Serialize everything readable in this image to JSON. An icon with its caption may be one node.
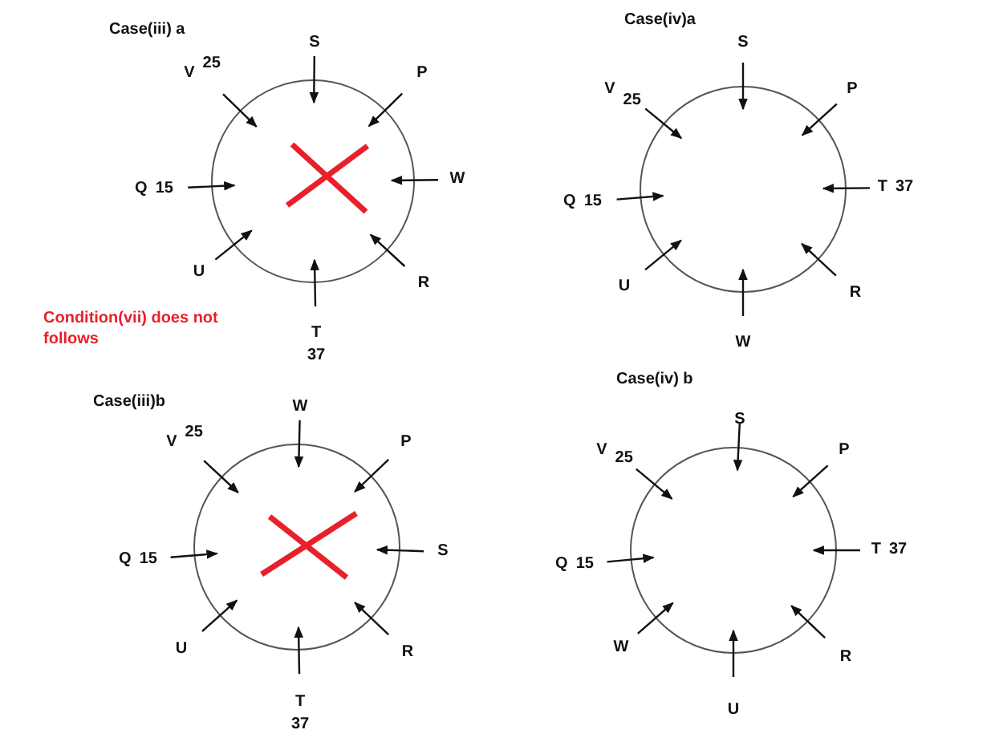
{
  "diagram": {
    "nodes": [
      {
        "text": [],
        "shape": "circle"
      },
      {
        "text": [
          "S"
        ]
      },
      {
        "text": [
          "V",
          "25"
        ]
      },
      {
        "text": [
          "P"
        ]
      },
      {
        "text": [
          "W"
        ]
      },
      {
        "text": [
          "Q",
          "15"
        ]
      },
      {
        "text": [
          "U"
        ]
      },
      {
        "text": [
          "R"
        ]
      },
      {
        "text": [
          "T",
          "37"
        ]
      },
      {
        "text": [],
        "shape": "circle"
      },
      {
        "text": [
          "S"
        ]
      },
      {
        "text": [
          "V",
          "25"
        ]
      },
      {
        "text": [
          "P"
        ]
      },
      {
        "text": [
          "T",
          "37"
        ]
      },
      {
        "text": [
          "Q",
          "15"
        ]
      },
      {
        "text": [
          "U"
        ]
      },
      {
        "text": [
          "R"
        ]
      },
      {
        "text": [
          "W"
        ]
      },
      {
        "text": [],
        "shape": "circle"
      },
      {
        "text": [
          "W"
        ]
      },
      {
        "text": [
          "V",
          "25"
        ]
      },
      {
        "text": [
          "P"
        ]
      },
      {
        "text": [
          "S"
        ]
      },
      {
        "text": [
          "Q",
          "15"
        ]
      },
      {
        "text": [
          "U"
        ]
      },
      {
        "text": [
          "R"
        ]
      },
      {
        "text": [
          "T",
          "37"
        ]
      },
      {
        "text": [],
        "shape": "circle"
      },
      {
        "text": [
          "S"
        ]
      },
      {
        "text": [
          "V",
          "25"
        ]
      },
      {
        "text": [
          "P"
        ]
      },
      {
        "text": [
          "T",
          "37"
        ]
      },
      {
        "text": [
          "Q",
          "15"
        ]
      },
      {
        "text": [
          "W"
        ]
      },
      {
        "text": [
          "R"
        ]
      },
      {
        "text": [
          "U"
        ]
      }
    ],
    "edges": [
      {
        "from": 1,
        "to": 0,
        "arrow": "to"
      },
      {
        "from": 2,
        "to": 0,
        "arrow": "to"
      },
      {
        "from": 3,
        "to": 0,
        "arrow": "to"
      },
      {
        "from": 4,
        "to": 0,
        "arrow": "to"
      },
      {
        "from": 5,
        "to": 0,
        "arrow": "to"
      },
      {
        "from": 6,
        "to": 0,
        "arrow": "to"
      },
      {
        "from": 7,
        "to": 0,
        "arrow": "to"
      },
      {
        "from": 8,
        "to": 0,
        "arrow": "to"
      },
      {
        "from": 10,
        "to": 9,
        "arrow": "to"
      },
      {
        "from": 11,
        "to": 9,
        "arrow": "to"
      },
      {
        "from": 12,
        "to": 9,
        "arrow": "to"
      },
      {
        "from": 13,
        "to": 9,
        "arrow": "to"
      },
      {
        "from": 14,
        "to": 9,
        "arrow": "to"
      },
      {
        "from": 15,
        "to": 9,
        "arrow": "to"
      },
      {
        "from": 16,
        "to": 9,
        "arrow": "to"
      },
      {
        "from": 17,
        "to": 9,
        "arrow": "to"
      },
      {
        "from": 19,
        "to": 18,
        "arrow": "to"
      },
      {
        "from": 20,
        "to": 18,
        "arrow": "to"
      },
      {
        "from": 21,
        "to": 18,
        "arrow": "to"
      },
      {
        "from": 22,
        "to": 18,
        "arrow": "to"
      },
      {
        "from": 23,
        "to": 18,
        "arrow": "to"
      },
      {
        "from": 24,
        "to": 18,
        "arrow": "to"
      },
      {
        "from": 25,
        "to": 18,
        "arrow": "to"
      },
      {
        "from": 26,
        "to": 18,
        "arrow": "to"
      },
      {
        "from": 28,
        "to": 27,
        "arrow": "to"
      },
      {
        "from": 29,
        "to": 27,
        "arrow": "to"
      },
      {
        "from": 30,
        "to": 27,
        "arrow": "to"
      },
      {
        "from": 31,
        "to": 27,
        "arrow": "to"
      },
      {
        "from": 32,
        "to": 27,
        "arrow": "to"
      },
      {
        "from": 33,
        "to": 27,
        "arrow": "to"
      },
      {
        "from": 34,
        "to": 27,
        "arrow": "to"
      },
      {
        "from": 35,
        "to": 27,
        "arrow": "to"
      }
    ],
    "labels": [
      "Case(iii) a",
      "Case(iv)a",
      "Condition(vii) does not follows",
      "Case(iii)b",
      "Case(iv) b"
    ]
  }
}
